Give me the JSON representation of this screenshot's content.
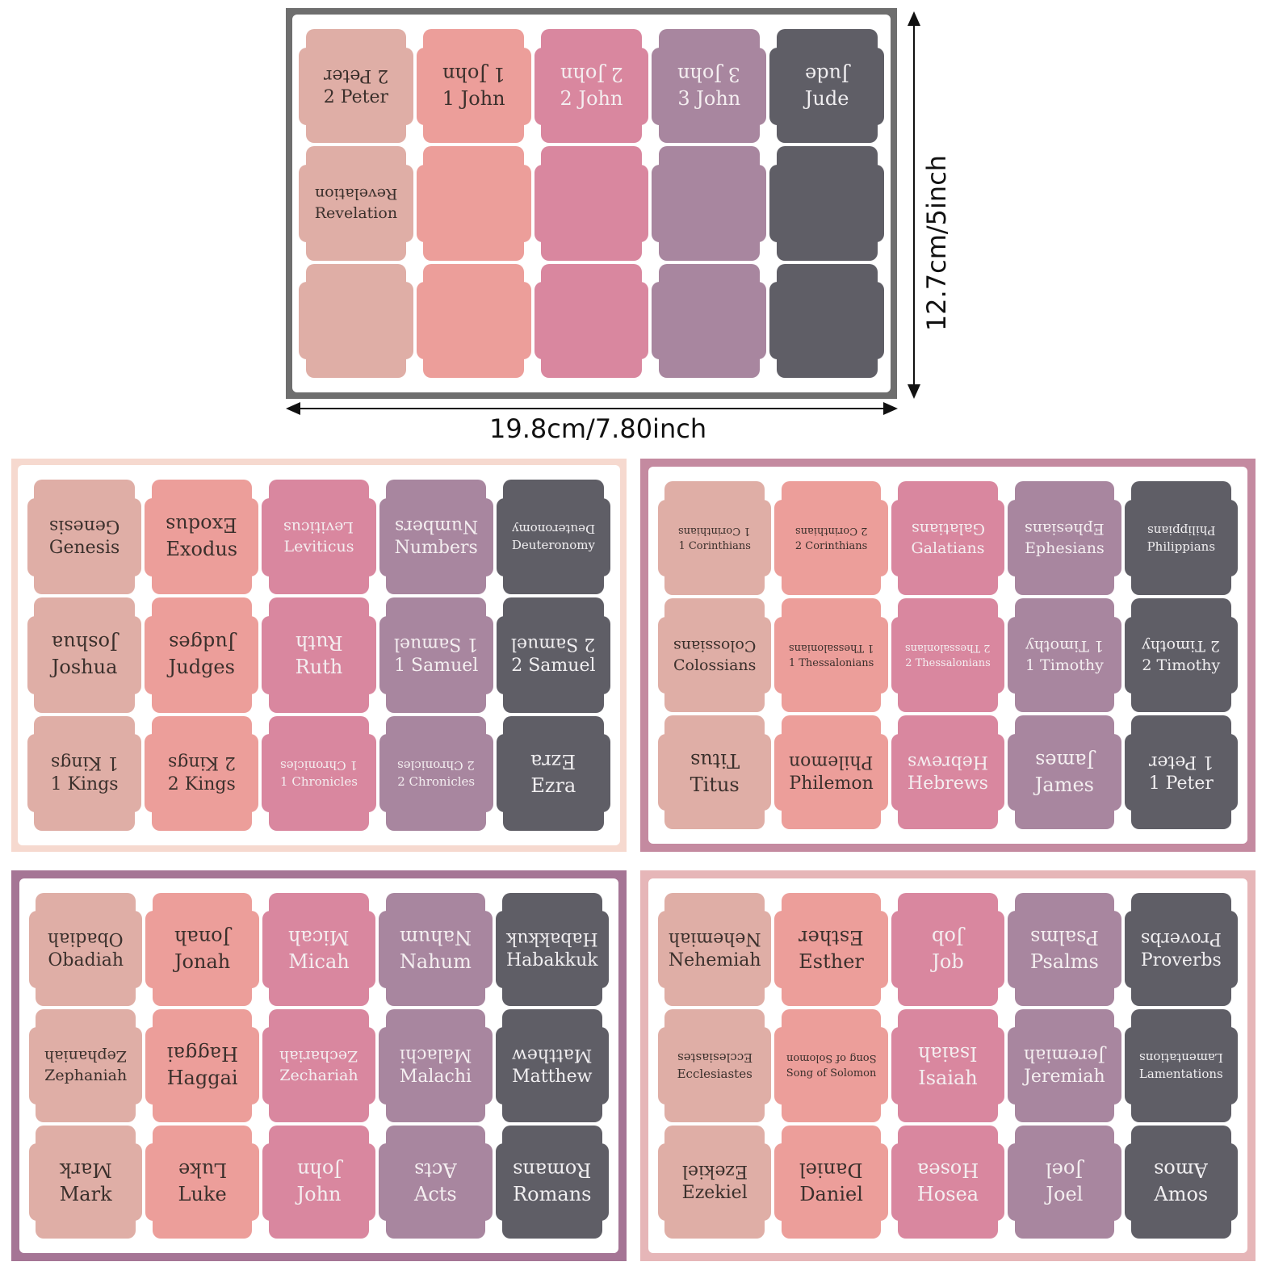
{
  "dimensions": {
    "width_label": "19.8cm/7.80inch",
    "height_label": "12.7cm/5inch"
  },
  "colors": {
    "col0": "#dfaea6",
    "col1": "#ec9e9a",
    "col2": "#d9879f",
    "col3": "#a8869f",
    "col4": "#5f5e66",
    "sheet_frame_top": "#6e6e6e",
    "sheet_frame_peach": "#f6d9cf",
    "sheet_frame_rose": "#c48aa0",
    "sheet_frame_mauve": "#a57595",
    "sheet_frame_pink": "#e6b6b8"
  },
  "sheets": [
    {
      "tabs": [
        "2 Peter",
        "1 John",
        "2 John",
        "3 John",
        "Jude",
        "Revelation",
        "",
        "",
        "",
        "",
        "",
        "",
        "",
        "",
        ""
      ]
    },
    {
      "tabs": [
        "Genesis",
        "Exodus",
        "Leviticus",
        "Numbers",
        "Deuteronomy",
        "Joshua",
        "Judges",
        "Ruth",
        "1 Samuel",
        "2 Samuel",
        "1 Kings",
        "2 Kings",
        "1 Chronicles",
        "2 Chronicles",
        "Ezra"
      ]
    },
    {
      "tabs": [
        "1 Corinthians",
        "2 Corinthians",
        "Galatians",
        "Ephesians",
        "Philippians",
        "Colossians",
        "1 Thessalonians",
        "2 Thessalonians",
        "1 Timothy",
        "2 Timothy",
        "Titus",
        "Philemon",
        "Hebrews",
        "James",
        "1 Peter"
      ]
    },
    {
      "tabs": [
        "Obadiah",
        "Jonah",
        "Micah",
        "Nahum",
        "Habakkuk",
        "Zephaniah",
        "Haggai",
        "Zechariah",
        "Malachi",
        "Matthew",
        "Mark",
        "Luke",
        "John",
        "Acts",
        "Romans"
      ]
    },
    {
      "tabs": [
        "Nehemiah",
        "Esther",
        "Job",
        "Psalms",
        "Proverbs",
        "Ecclesiastes",
        "Song of Solomon",
        "Isaiah",
        "Jeremiah",
        "Lamentations",
        "Ezekiel",
        "Daniel",
        "Hosea",
        "Joel",
        "Amos"
      ]
    }
  ]
}
